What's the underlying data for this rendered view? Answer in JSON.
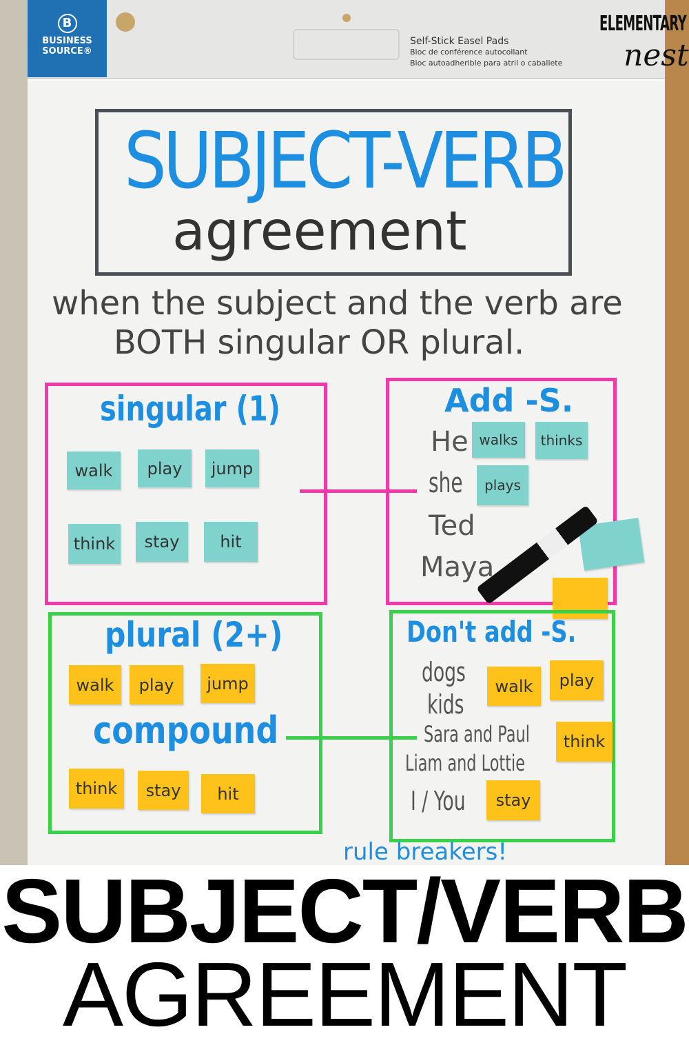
{
  "pad": {
    "brand_line1": "BUSINESS",
    "brand_line2": "SOURCE®",
    "logo_letter": "B",
    "product_en": "Self-Stick Easel Pads",
    "product_fr": "Bloc de conférence autocollant",
    "product_es": "Bloc autoadherible para atril o caballete"
  },
  "watermark": {
    "line1": "ELEMENTARY",
    "line2": "nest"
  },
  "chart": {
    "title_main": "SUBJECT-VERB",
    "title_sub": "agreement",
    "definition_line1": "when the subject and the verb are",
    "definition_line2": "BOTH  singular OR plural.",
    "singular": {
      "heading": "singular (1)",
      "notes": [
        "walk",
        "play",
        "jump",
        "think",
        "stay",
        "hit"
      ]
    },
    "add_s": {
      "heading": "Add -S.",
      "subjects": [
        "He",
        "she",
        "Ted",
        "Maya"
      ],
      "notes": [
        "walks",
        "thinks",
        "plays"
      ]
    },
    "plural": {
      "heading": "plural (2+)",
      "compound": "compound",
      "notes": [
        "walk",
        "play",
        "jump",
        "think",
        "stay",
        "hit"
      ]
    },
    "dont_add_s": {
      "heading": "Don't add -S.",
      "subjects": [
        "dogs",
        "kids",
        "Sara and Paul",
        "Liam and Lottie",
        "I / You"
      ],
      "notes": [
        "walk",
        "play",
        "think",
        "stay"
      ]
    },
    "rule_breakers": "rule breakers!"
  },
  "caption": {
    "line1": "SUBJECT/VERB",
    "line2": "AGREEMENT"
  },
  "colors": {
    "blue": "#1e8fe0",
    "pink": "#ee3ba8",
    "green": "#3ad14a",
    "teal_note": "#7fd3cc",
    "orange_note": "#ffc21a"
  }
}
